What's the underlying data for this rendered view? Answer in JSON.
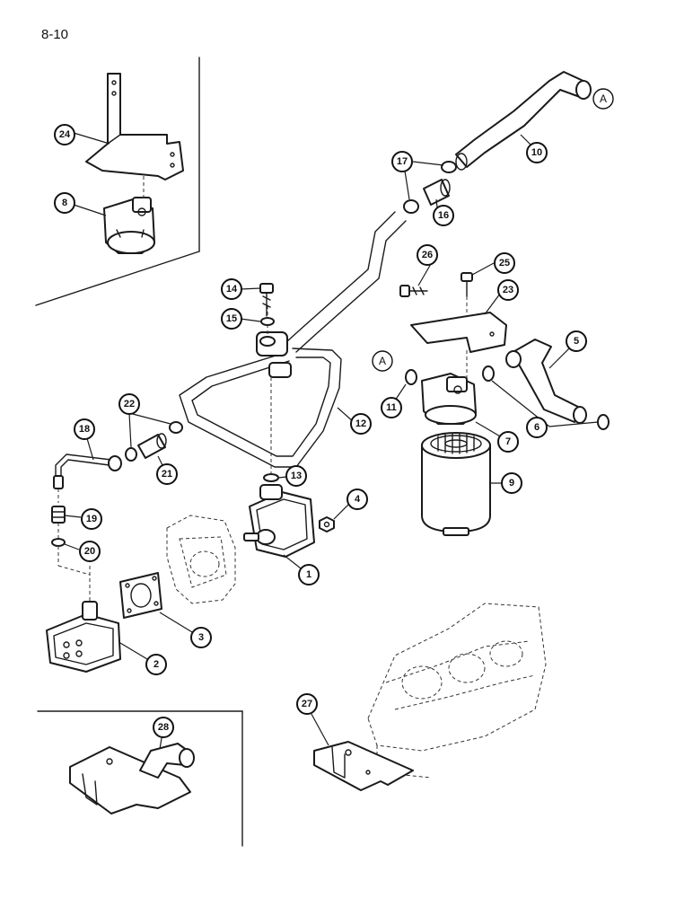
{
  "page_number": "8-10",
  "callouts": [
    {
      "label": "1"
    },
    {
      "label": "2"
    },
    {
      "label": "3"
    },
    {
      "label": "4"
    },
    {
      "label": "5"
    },
    {
      "label": "6"
    },
    {
      "label": "7"
    },
    {
      "label": "8"
    },
    {
      "label": "9"
    },
    {
      "label": "10"
    },
    {
      "label": "11"
    },
    {
      "label": "12"
    },
    {
      "label": "13"
    },
    {
      "label": "14"
    },
    {
      "label": "15"
    },
    {
      "label": "16"
    },
    {
      "label": "17"
    },
    {
      "label": "18"
    },
    {
      "label": "19"
    },
    {
      "label": "20"
    },
    {
      "label": "21"
    },
    {
      "label": "22"
    },
    {
      "label": "23"
    },
    {
      "label": "24"
    },
    {
      "label": "25"
    },
    {
      "label": "26"
    },
    {
      "label": "27"
    },
    {
      "label": "28"
    }
  ],
  "reference_marks": [
    {
      "label": "A"
    },
    {
      "label": "A"
    }
  ]
}
